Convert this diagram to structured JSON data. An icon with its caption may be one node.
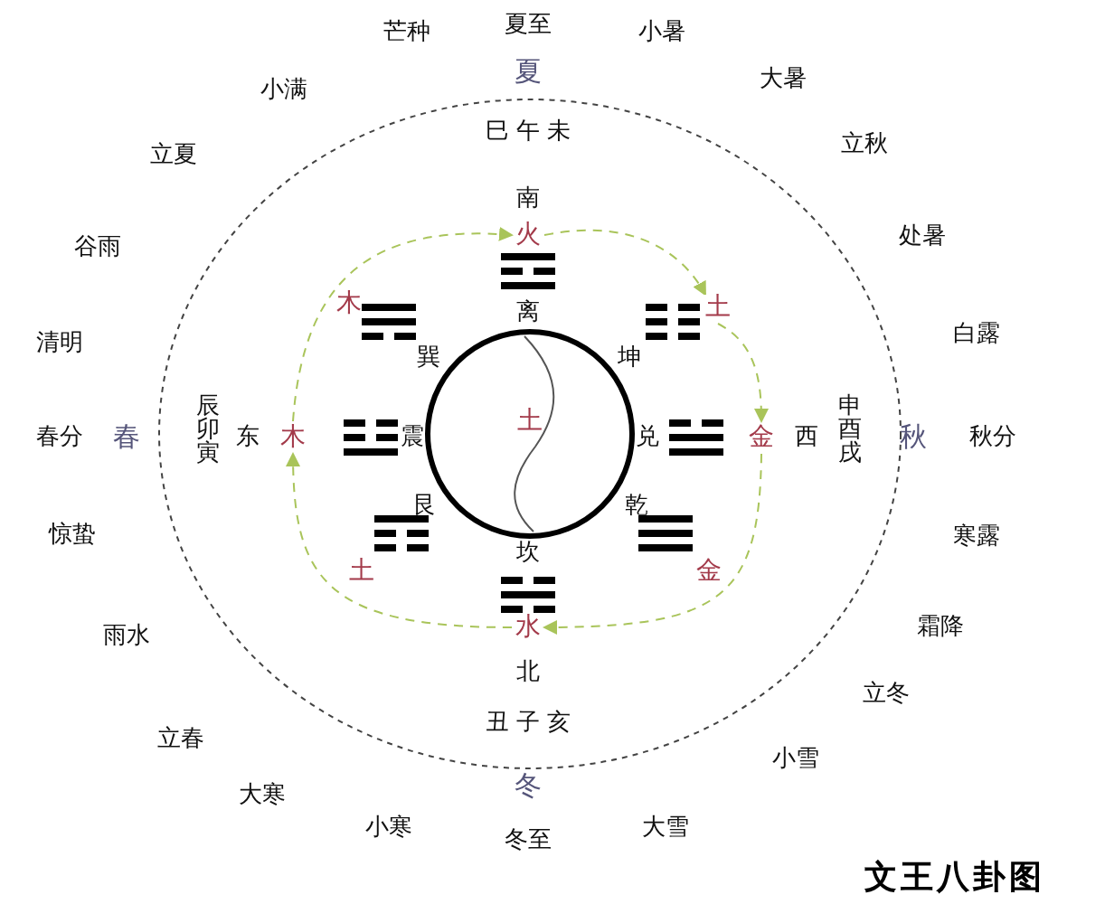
{
  "diagram": {
    "title": "文王八卦图",
    "nodes": [
      {
        "text": [
          "土"
        ]
      },
      {
        "text": [
          "火"
        ]
      },
      {
        "text": [
          "土"
        ]
      },
      {
        "text": [
          "金"
        ]
      },
      {
        "text": [
          "水"
        ]
      },
      {
        "text": [
          "木"
        ]
      }
    ],
    "edges": [
      {
        "from": 5,
        "to": 1,
        "arrow": "to",
        "style": "dashed"
      },
      {
        "from": 1,
        "to": 2,
        "arrow": "to",
        "style": "dashed"
      },
      {
        "from": 2,
        "to": 3,
        "arrow": "to",
        "style": "dashed"
      },
      {
        "from": 3,
        "to": 4,
        "arrow": "to",
        "style": "dashed"
      },
      {
        "from": 4,
        "to": 5,
        "arrow": "to",
        "style": "dashed"
      }
    ],
    "labels": [
      "芒种",
      "夏至",
      "小暑",
      "夏",
      "大暑",
      "小满",
      "巳 午 未",
      "立秋",
      "立夏",
      "南",
      "处暑",
      "谷雨",
      "木",
      "离",
      "清明",
      "白露",
      "巽",
      "坤",
      "辰卯寅",
      "申酉戌",
      "春分",
      "春",
      "东",
      "震",
      "兑",
      "西",
      "秋",
      "秋分",
      "艮",
      "乾",
      "惊蛰",
      "坎",
      "寒露",
      "土",
      "金",
      "雨水",
      "霜降",
      "北",
      "立冬",
      "丑 子 亥",
      "立春",
      "小雪",
      "大寒",
      "冬",
      "小寒",
      "大雪",
      "冬至"
    ]
  }
}
